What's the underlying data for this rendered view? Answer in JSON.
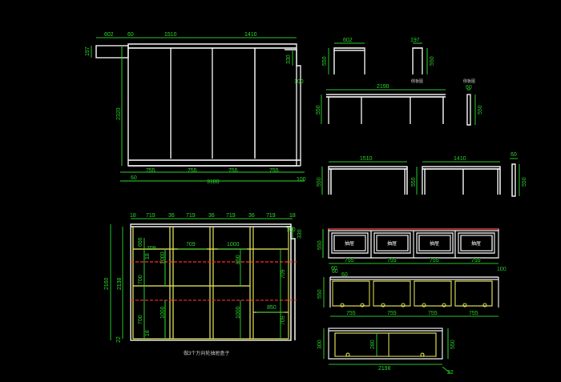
{
  "colors": {
    "background": "#000000",
    "outline": "#ffffff",
    "dimension": "#2bd42b",
    "highlight": "#e8e85a",
    "hidden_line": "#ff2b2b",
    "label": "#cccccc"
  },
  "front_view": {
    "top_dims": [
      "602",
      "60",
      "1510",
      "1410"
    ],
    "left_dims": [
      "197",
      "2320"
    ],
    "right_dims": [
      "330",
      "100"
    ],
    "bottom_dims": [
      "60",
      "755",
      "755",
      "755",
      "755",
      "100"
    ],
    "total_width": "3180"
  },
  "top_views": {
    "cab_a": {
      "width": "602",
      "height": "550"
    },
    "cab_b": {
      "width": "197",
      "height": "550",
      "note": "侧板图"
    },
    "long_frame": {
      "width": "2198",
      "height": "550"
    },
    "side_piece": {
      "width": "60",
      "height": "550",
      "note": "侧板图"
    }
  },
  "mid_views": {
    "frame_1": {
      "width": "1510",
      "height": "550"
    },
    "frame_2": {
      "width": "1410",
      "height": "550"
    },
    "end_piece": {
      "width": "60",
      "height": "550"
    }
  },
  "section_view": {
    "top_dims": [
      "18",
      "719",
      "36",
      "719",
      "36",
      "719",
      "36",
      "719",
      "18"
    ],
    "left_total": "2160",
    "left_inner": "2138",
    "bottom_left": "22",
    "right_dims": [
      "100",
      "330"
    ],
    "inner_dims": [
      "666",
      "709",
      "709",
      "1000",
      "1000",
      "850",
      "709",
      "850"
    ],
    "left_stack": [
      "18",
      "700",
      "700",
      "18"
    ],
    "lower_dims": [
      "1000",
      "1000"
    ],
    "caption": "做3个万向轮抽屉盒子"
  },
  "drawer_front": {
    "drawer_label": "抽屉",
    "height": "550",
    "left_dim": "60",
    "bottom_dims": [
      "755",
      "755",
      "755",
      "755"
    ],
    "right_dim": "100"
  },
  "drawer_plan": {
    "height": "550",
    "top_dim": "60",
    "top_dim_b": "60",
    "bottom_dims": [
      "755",
      "755",
      "755",
      "755"
    ]
  },
  "drawer_side": {
    "left_height": "300",
    "inner_height": "280",
    "right_height": "550",
    "width": "2198",
    "corner_dim": "22"
  }
}
